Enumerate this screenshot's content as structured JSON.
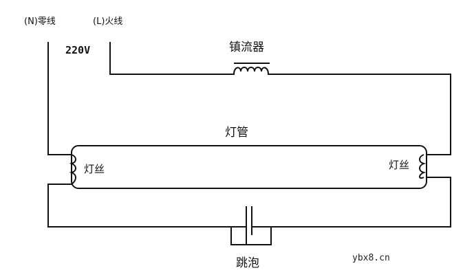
{
  "labels": {
    "neutral": "(N)零线",
    "live": "(L)火线",
    "voltage": "220V",
    "ballast": "镇流器",
    "tube": "灯管",
    "filament_left": "灯丝",
    "filament_right": "灯丝",
    "starter": "跳泡",
    "watermark": "ybx8.cn"
  }
}
